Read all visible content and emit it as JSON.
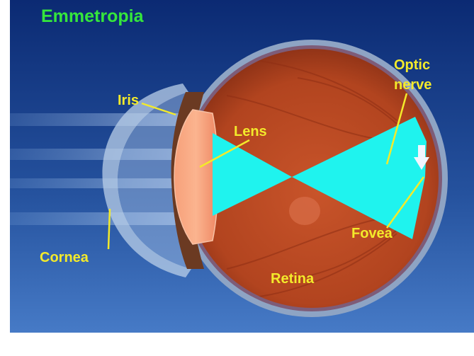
{
  "title": "Emmetropia",
  "labels": {
    "iris": "Iris",
    "lens": "Lens",
    "optic_line1": "Optic",
    "optic_line2": "nerve",
    "cornea": "Cornea",
    "fovea": "Fovea",
    "retina": "Retina"
  },
  "colors": {
    "background_top": "#0d2f7a",
    "background_bottom": "#3f73c2",
    "title": "#35e63c",
    "label": "#f3ea2b",
    "light_cone": "#1ff3ee",
    "eye_interior": "#b8451f",
    "sclera": "#8ea4c4"
  }
}
